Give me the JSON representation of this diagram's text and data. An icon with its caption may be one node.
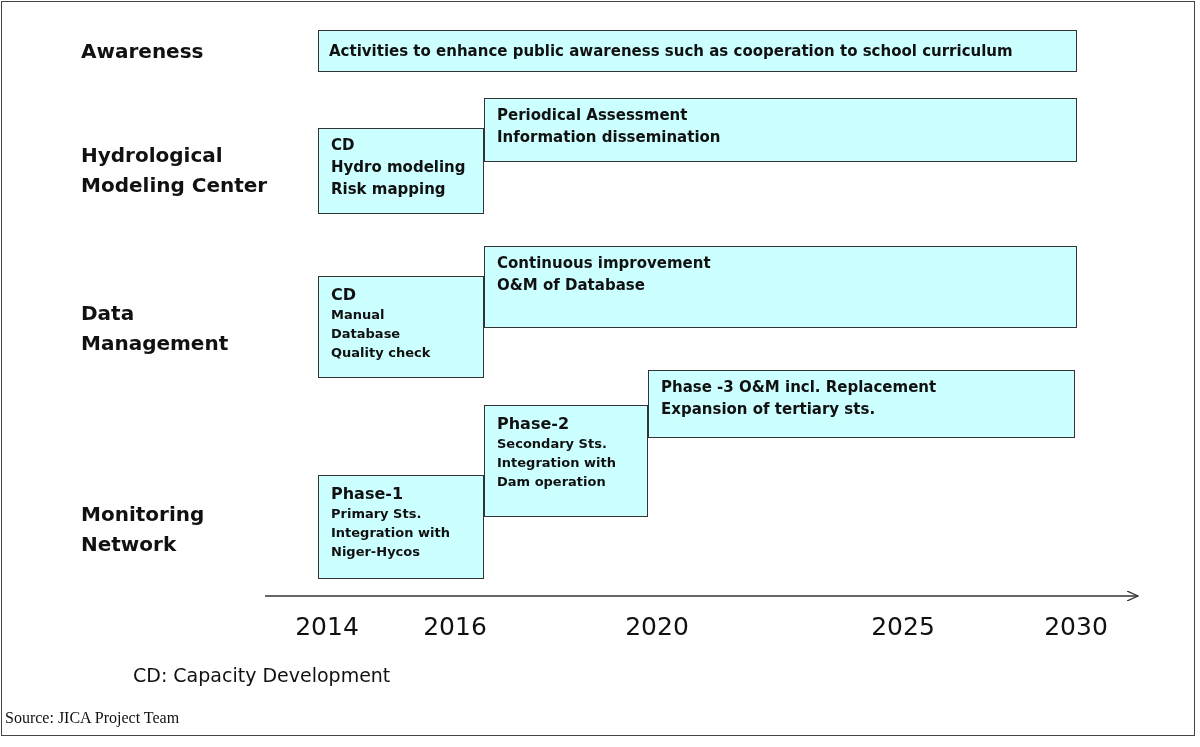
{
  "diagram": {
    "caption": "Source: JICA Project Team",
    "nodes": [
      {
        "text": [
          "Activities to enhance public awareness such as cooperation to school curriculum"
        ]
      },
      {
        "text": [
          "CD",
          "Hydro modeling",
          "Risk mapping"
        ]
      },
      {
        "text": [
          "Periodical Assessment",
          "Information dissemination"
        ]
      },
      {
        "text": [
          "CD",
          "Manual",
          "Database",
          "Quality check"
        ]
      },
      {
        "text": [
          "Continuous improvement",
          "O&M of Database"
        ]
      },
      {
        "text": [
          "Phase-1",
          "Primary Sts.",
          "Integration with Niger-Hycos"
        ]
      },
      {
        "text": [
          "Phase-2",
          "Secondary Sts.",
          "Integration with Dam operation"
        ]
      },
      {
        "text": [
          "Phase -3 O&M incl. Replacement",
          "Expansion of tertiary sts."
        ]
      }
    ],
    "edges": [],
    "labels": [
      "Awareness",
      "Hydrological Modeling Center",
      "Data Management",
      "Monitoring Network",
      "2014",
      "2016",
      "2020",
      "2025",
      "2030",
      "CD: Capacity Development"
    ]
  }
}
